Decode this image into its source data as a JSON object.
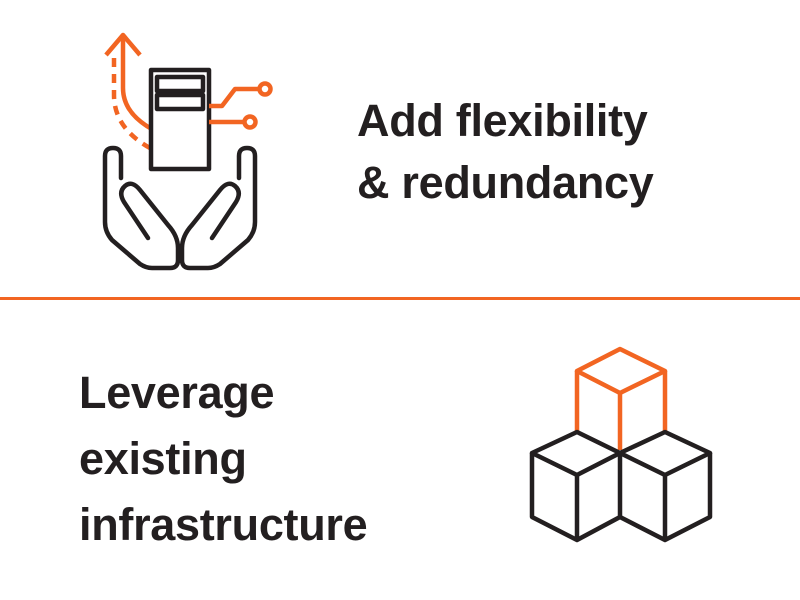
{
  "colors": {
    "accent": "#f26522",
    "text": "#231f20",
    "background": "#ffffff"
  },
  "top": {
    "icon": "server-in-hands-icon",
    "lines": [
      "Add flexibility",
      "& redundancy"
    ]
  },
  "bottom": {
    "icon": "stacked-cubes-icon",
    "lines": [
      "Leverage",
      "existing",
      "infrastructure"
    ]
  }
}
